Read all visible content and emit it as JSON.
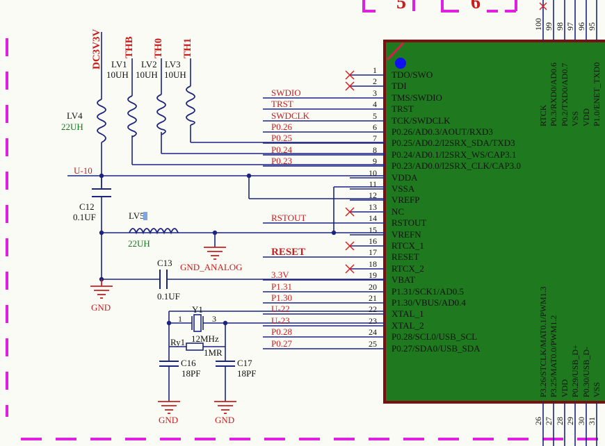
{
  "colors": {
    "wire": "#1a2380",
    "label_red": "#c81e1e",
    "chip_fill": "#1f7a1f",
    "chip_border": "#7a1010",
    "frame": "#e020e0",
    "value_green": "#0f7a1c"
  },
  "frame": {
    "zone_a": "5",
    "zone_b": "6"
  },
  "power_rails": {
    "dc33": "DC3V3V",
    "thb": "THB",
    "th0": "TH0",
    "th1": "TH1"
  },
  "inductors": {
    "lv1": {
      "ref": "LV1",
      "value": "10UH"
    },
    "lv2": {
      "ref": "LV2",
      "value": "10UH"
    },
    "lv3": {
      "ref": "LV3",
      "value": "10UH"
    },
    "lv4": {
      "ref": "LV4",
      "value": "22UH"
    },
    "lv5": {
      "ref": "LV5",
      "value": "22UH"
    }
  },
  "net_u10": "U-10",
  "capacitors": {
    "c12": {
      "ref": "C12",
      "value": "0.1UF"
    },
    "c13": {
      "ref": "C13",
      "value": "0.1UF"
    },
    "c16": {
      "ref": "C16",
      "value": "18PF"
    },
    "c17": {
      "ref": "C17",
      "value": "18PF"
    }
  },
  "crystal": {
    "ref": "Y1",
    "freq": "12MHz",
    "pin1": "1",
    "pin3": "3"
  },
  "resistor": {
    "ref": "Ry1",
    "value": "1MR"
  },
  "grounds": {
    "gnd": "GND",
    "gnd_analog": "GND_ANALOG"
  },
  "left_pins": [
    {
      "num": "1",
      "name": "TDO/SWO",
      "net": "",
      "nc": true
    },
    {
      "num": "2",
      "name": "TDI",
      "net": "",
      "nc": true
    },
    {
      "num": "3",
      "name": "TMS/SWDIO",
      "net": "SWDIO",
      "nc": false
    },
    {
      "num": "4",
      "name": "TRST",
      "net": "TRST",
      "nc": false
    },
    {
      "num": "5",
      "name": "TCK/SWDCLK",
      "net": "SWDCLK",
      "nc": false
    },
    {
      "num": "6",
      "name": "P0.26/AD0.3/AOUT/RXD3",
      "net": "P0.26",
      "nc": false
    },
    {
      "num": "7",
      "name": "P0.25/AD0.2/I2SRX_SDA/TXD3",
      "net": "P0.25",
      "nc": false
    },
    {
      "num": "8",
      "name": "P0.24/AD0.1/I2SRX_WS/CAP3.1",
      "net": "P0.24",
      "nc": false
    },
    {
      "num": "9",
      "name": "P0.23/AD0.0/I2SRX_CLK/CAP3.0",
      "net": "P0.23",
      "nc": false
    },
    {
      "num": "10",
      "name": "VDDA",
      "net": "",
      "nc": false
    },
    {
      "num": "11",
      "name": "VSSA",
      "net": "",
      "nc": false
    },
    {
      "num": "12",
      "name": "VREFP",
      "net": "",
      "nc": false
    },
    {
      "num": "13",
      "name": "NC",
      "net": "",
      "nc": true
    },
    {
      "num": "14",
      "name": "RSTOUT",
      "net": "RSTOUT",
      "nc": false
    },
    {
      "num": "15",
      "name": "VREFN",
      "net": "",
      "nc": false
    },
    {
      "num": "16",
      "name": "RTCX_1",
      "net": "",
      "nc": true
    },
    {
      "num": "17",
      "name": "RESET",
      "net": "RESET",
      "nc": false
    },
    {
      "num": "18",
      "name": "RTCX_2",
      "net": "",
      "nc": true
    },
    {
      "num": "19",
      "name": "VBAT",
      "net": "3.3V",
      "nc": false
    },
    {
      "num": "20",
      "name": "P1.31/SCK1/AD0.5",
      "net": "P1.31",
      "nc": false
    },
    {
      "num": "21",
      "name": "P1.30/VBUS/AD0.4",
      "net": "P1.30",
      "nc": false
    },
    {
      "num": "22",
      "name": "XTAL_1",
      "net": "U-22",
      "nc": false
    },
    {
      "num": "23",
      "name": "XTAL_2",
      "net": "U-23",
      "nc": false
    },
    {
      "num": "24",
      "name": "P0.28/SCL0/USB_SCL",
      "net": "P0.28",
      "nc": false
    },
    {
      "num": "25",
      "name": "P0.27/SDA0/USB_SDA",
      "net": "P0.27",
      "nc": false
    }
  ],
  "top_pins": [
    {
      "num": "100",
      "name": "RTCK"
    },
    {
      "num": "99",
      "name": "P0.3/RXD0/AD0.6"
    },
    {
      "num": "98",
      "name": "P0.2/TXD0/AD0.7"
    },
    {
      "num": "97",
      "name": "VSS"
    },
    {
      "num": "96",
      "name": "VDD"
    },
    {
      "num": "95",
      "name": "P1.0/ENET_TXD0"
    }
  ],
  "bottom_pins": [
    {
      "num": "26",
      "name": "P3.26/STCLK/MAT0.1/PWM1.3"
    },
    {
      "num": "27",
      "name": "P3.25/MAT0.0/PWM1.2"
    },
    {
      "num": "28",
      "name": "VDD"
    },
    {
      "num": "29",
      "name": "P0.29/USB_D+"
    },
    {
      "num": "30",
      "name": "P0.30/USB_D-"
    },
    {
      "num": "31",
      "name": "VSS"
    }
  ]
}
